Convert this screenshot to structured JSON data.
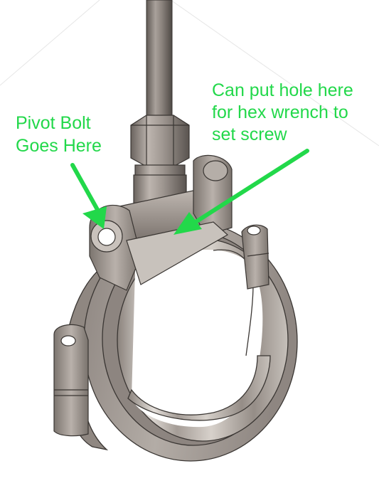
{
  "annotations": {
    "pivot": {
      "line1": "Pivot Bolt",
      "line2": "Goes Here"
    },
    "hex_hole": {
      "line1": "Can put hole here",
      "line2": "for hex wrench to",
      "line3": "set screw"
    }
  },
  "colors": {
    "annotation_text": "#22d84a",
    "arrow": "#22d84a",
    "metal_base": "#9a918b",
    "metal_dark": "#6f6863",
    "metal_light": "#d8d2cc",
    "edge_line": "#3a3633",
    "background": "#ffffff"
  },
  "icons": [
    "pivot-arrow-icon",
    "hex-hole-arrow-icon"
  ]
}
